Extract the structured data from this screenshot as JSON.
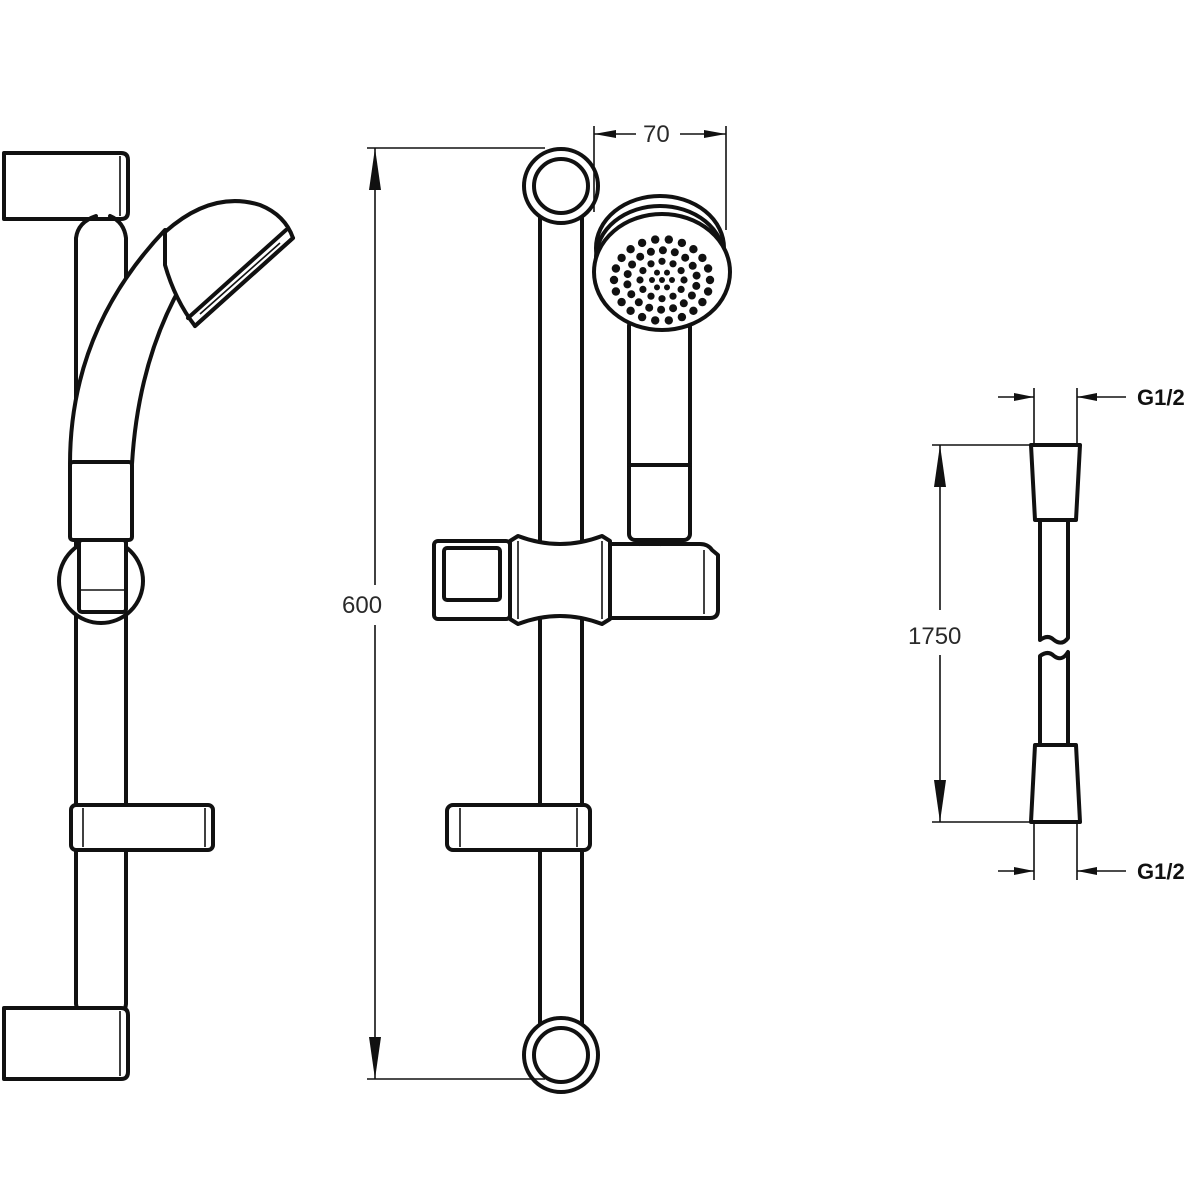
{
  "dimensions": {
    "rail_height": "600",
    "head_diameter": "70",
    "hose_length": "1750",
    "thread_top": "G1/2",
    "thread_bottom": "G1/2"
  },
  "colors": {
    "line": "#111111",
    "background": "#ffffff"
  }
}
